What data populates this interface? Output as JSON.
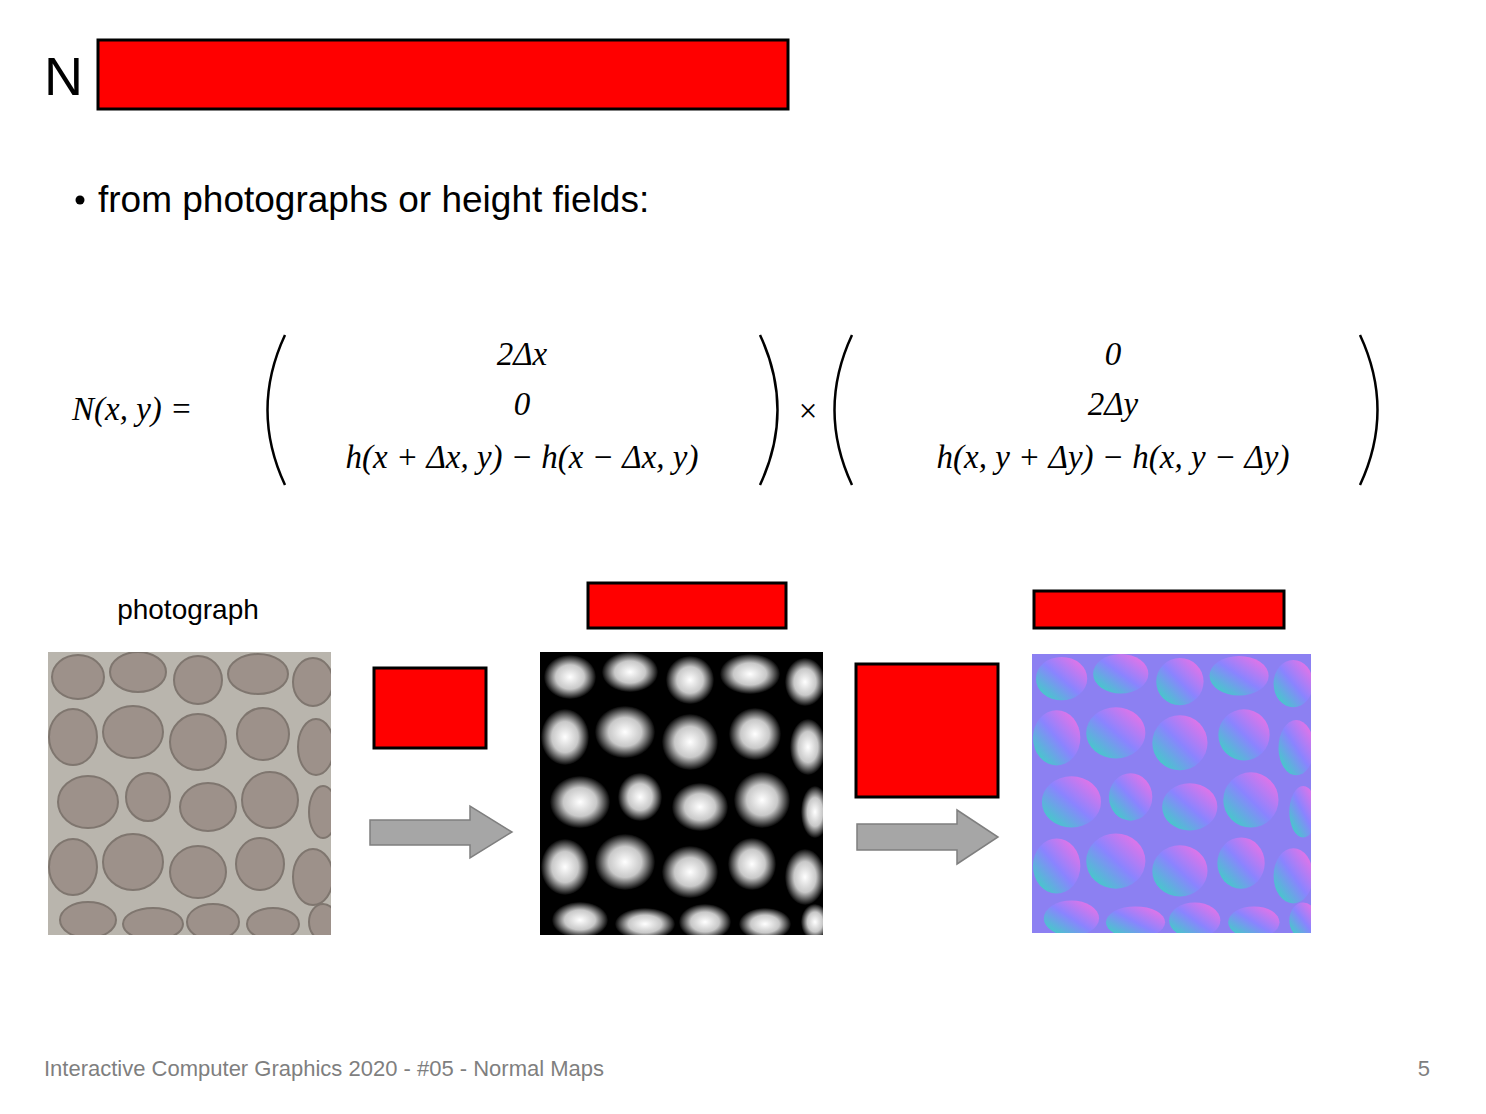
{
  "diagram": {
    "title": "N",
    "labels": [
      "from photographs or height fields:",
      "N(x, y) =",
      "2Δx",
      "0",
      "h(x + Δx, y) − h(x − Δx, y)",
      "×",
      "0",
      "2Δy",
      "h(x, y + Δy) − h(x, y − Δy)",
      "photograph",
      "Interactive Computer Graphics 2020 - #05 - Normal Maps",
      "5"
    ]
  }
}
